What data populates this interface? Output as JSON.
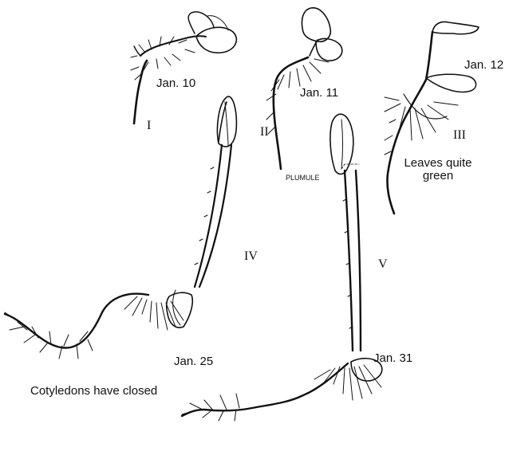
{
  "stages": [
    {
      "numeral": "I",
      "date": "Jan. 10",
      "note": ""
    },
    {
      "numeral": "II",
      "date": "Jan. 11",
      "note": ""
    },
    {
      "numeral": "III",
      "date": "Jan. 12",
      "note_line1": "Leaves quite",
      "note_line2": "green"
    },
    {
      "numeral": "IV",
      "date": "Jan. 25",
      "note": "Cotyledons have closed"
    },
    {
      "numeral": "V",
      "date": "Jan. 31",
      "note": ""
    }
  ],
  "callouts": {
    "plumule": "PLUMULE"
  },
  "colors": {
    "ink": "#111111",
    "paper": "#ffffff"
  }
}
